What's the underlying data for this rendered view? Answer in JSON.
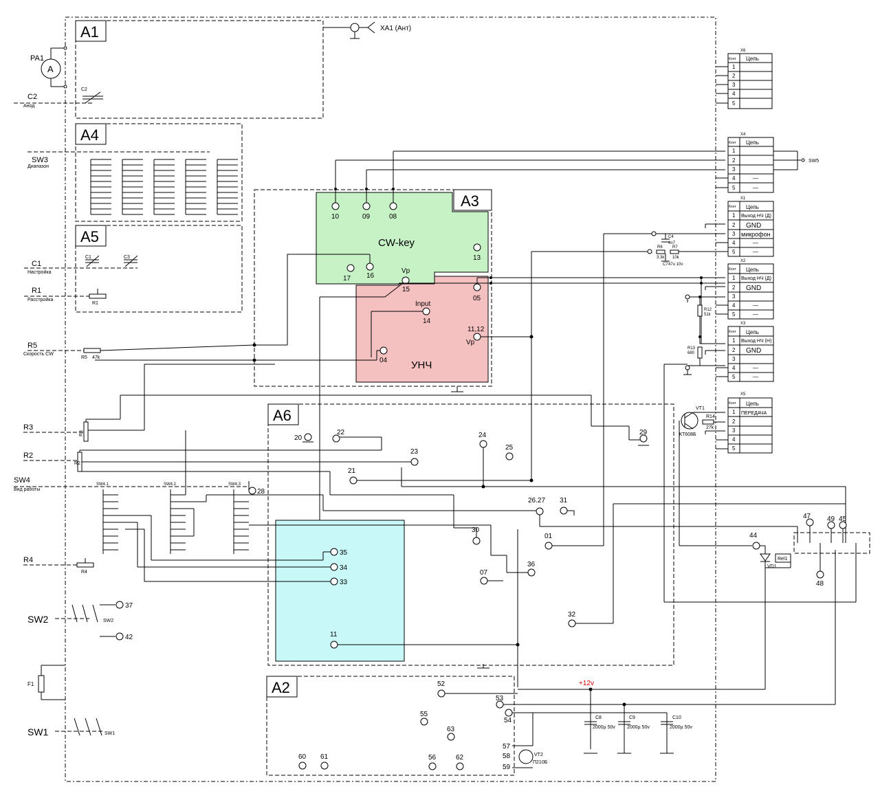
{
  "blocks": {
    "a1": "A1",
    "a2": "A2",
    "a3": "A3",
    "a4": "A4",
    "a5": "A5",
    "a6": "A6"
  },
  "ext": {
    "pa1": "PA1",
    "ammeter": "A",
    "c2": "C2",
    "c2_sub": "Анод",
    "c2_inner": "C2",
    "sw3": "SW3",
    "sw3_sub": "Диапазон",
    "c1": "C1",
    "c1_sub": "Настройка",
    "c1_inner": "C1",
    "c3_inner": "C3",
    "r1": "R1",
    "r1_sub": "Расстройка",
    "r1_inner": "R1",
    "r5": "R5",
    "r5_sub": "Скорость CW",
    "r5_inner": "R5",
    "r5_val": "47k",
    "r3": "R3",
    "r3_inner": "R3",
    "r2": "R2",
    "r2_inner": "R2",
    "sw4": "SW4",
    "sw4_sub": "Вид работы",
    "sw4_1": "SW4.1",
    "sw4_2": "SW4.2",
    "sw4_3": "SW4.3",
    "r4": "R4",
    "r4_inner": "R4",
    "sw2": "SW2",
    "sw2_inner": "SW2",
    "f1": "F1",
    "sw1": "SW1",
    "sw1_inner": "SW1",
    "xa1": "XA1 (Ант)"
  },
  "a3_module": {
    "cw_key": "CW-key",
    "unch": "УНЧ",
    "input": "Input",
    "vp1": "Vp",
    "vp2": "Vp",
    "pins": [
      "10",
      "09",
      "08",
      "13",
      "17",
      "16",
      "15",
      "05",
      "14",
      "11,12",
      "04"
    ]
  },
  "a6_module": {
    "pins": [
      "20",
      "22",
      "24",
      "25",
      "29",
      "23",
      "21",
      "26.27",
      "31",
      "30",
      "01",
      "36",
      "07",
      "32",
      "35",
      "34",
      "33",
      "11",
      "28"
    ]
  },
  "a2_module": {
    "pins": [
      "52",
      "53",
      "54",
      "55",
      "63",
      "60",
      "61",
      "56",
      "62",
      "57",
      "58",
      "59"
    ],
    "vt2": "VT2",
    "vt2_type": "П210Б"
  },
  "power": {
    "v12": "+12v",
    "c8": "C8",
    "c9": "C9",
    "c10": "C10",
    "cap_val": "2000µ 50v"
  },
  "right_side": {
    "vt1": "VT1",
    "vt1_type": "КТ608Б",
    "r14": "R14",
    "r14_val": "27k",
    "r12": "R12",
    "r12_val": "51k",
    "r13": "R13",
    "r13_val": "680",
    "rel1": "Rel1",
    "vd1": "VD1",
    "relay_pins": [
      "44",
      "47",
      "49",
      "45",
      "48"
    ],
    "sw5": "SW5",
    "c4": "C4",
    "c4_val": "4n7",
    "r6": "R6",
    "r6_val": "3.3k",
    "r7": "R7",
    "r7_val": "10k",
    "c7": "C7",
    "c7_val": "47u 10v"
  },
  "connectors": [
    {
      "name": "X6",
      "head_a": "Конт",
      "head_b": "Цепь",
      "rows": [
        {
          "n": "1",
          "v": ""
        },
        {
          "n": "2",
          "v": ""
        },
        {
          "n": "3",
          "v": ""
        },
        {
          "n": "4",
          "v": ""
        },
        {
          "n": "5",
          "v": ""
        }
      ]
    },
    {
      "name": "X4",
      "head_a": "Конт",
      "head_b": "Цепь",
      "rows": [
        {
          "n": "1",
          "v": ""
        },
        {
          "n": "2",
          "v": ""
        },
        {
          "n": "3",
          "v": ""
        },
        {
          "n": "4",
          "v": "—"
        },
        {
          "n": "5",
          "v": "—"
        }
      ]
    },
    {
      "name": "X1",
      "head_a": "Конт",
      "head_b": "Цепь",
      "rows": [
        {
          "n": "1",
          "v": "Выход НЧ (Д)"
        },
        {
          "n": "2",
          "v": "GND"
        },
        {
          "n": "3",
          "v": "микрофон"
        },
        {
          "n": "4",
          "v": "—"
        },
        {
          "n": "5",
          "v": "—"
        }
      ]
    },
    {
      "name": "X2",
      "head_a": "Конт",
      "head_b": "Цепь",
      "rows": [
        {
          "n": "1",
          "v": "Выход НЧ (Д)"
        },
        {
          "n": "2",
          "v": "GND"
        },
        {
          "n": "3",
          "v": ""
        },
        {
          "n": "4",
          "v": "—"
        },
        {
          "n": "5",
          "v": "—"
        }
      ]
    },
    {
      "name": "X3",
      "head_a": "Конт",
      "head_b": "Цепь",
      "rows": [
        {
          "n": "1",
          "v": "Выход НЧ (Н)"
        },
        {
          "n": "2",
          "v": "GND"
        },
        {
          "n": "3",
          "v": ""
        },
        {
          "n": "4",
          "v": "—"
        },
        {
          "n": "5",
          "v": "—"
        }
      ]
    },
    {
      "name": "X5",
      "head_a": "Конт",
      "head_b": "Цепь",
      "rows": [
        {
          "n": "1",
          "v": "ПЕРЕДАЧА"
        },
        {
          "n": "2",
          "v": ""
        },
        {
          "n": "3",
          "v": ""
        },
        {
          "n": "4",
          "v": ""
        },
        {
          "n": "5",
          "v": ""
        }
      ]
    }
  ],
  "colors": {
    "cw_key_fill": "#c6f2c6",
    "unch_fill": "#f5c0c0",
    "a6_inner_fill": "#c8f8f8",
    "plus12_color": "#e00000",
    "line": "#000000"
  }
}
